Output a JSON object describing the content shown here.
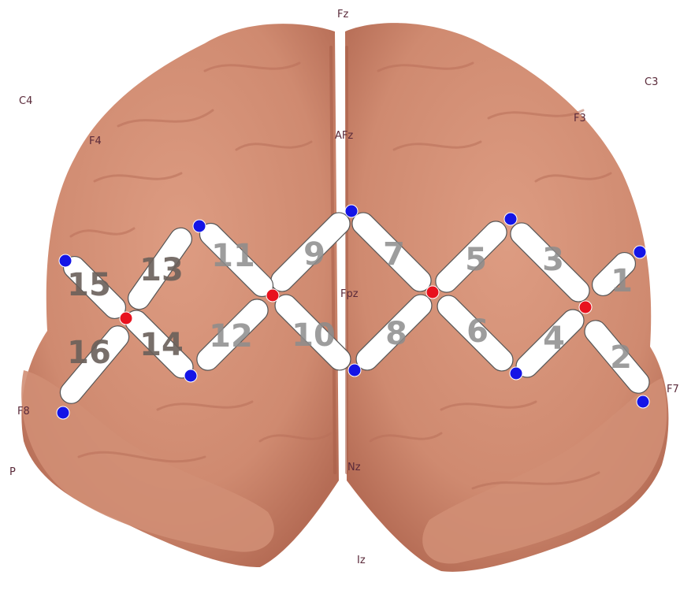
{
  "colors": {
    "brain": "#d9957a",
    "brain_dark": "#b86a52",
    "source": "#e8121e",
    "detector": "#1414e6",
    "channel": "#ffffff",
    "label": "#5a2a3a"
  },
  "electrode_labels": {
    "fz": "Fz",
    "c4": "C4",
    "c3": "C3",
    "f4": "F4",
    "f3": "F3",
    "afz": "AFz",
    "fpz": "Fpz",
    "f8": "F8",
    "f7": "F7",
    "p": "P",
    "nz": "Nz",
    "iz": "Iz"
  },
  "channels": [
    "1",
    "2",
    "3",
    "4",
    "5",
    "6",
    "7",
    "8",
    "9",
    "10",
    "11",
    "12",
    "13",
    "14",
    "15",
    "16"
  ],
  "optodes": {
    "sources": 4,
    "detectors": 10
  }
}
